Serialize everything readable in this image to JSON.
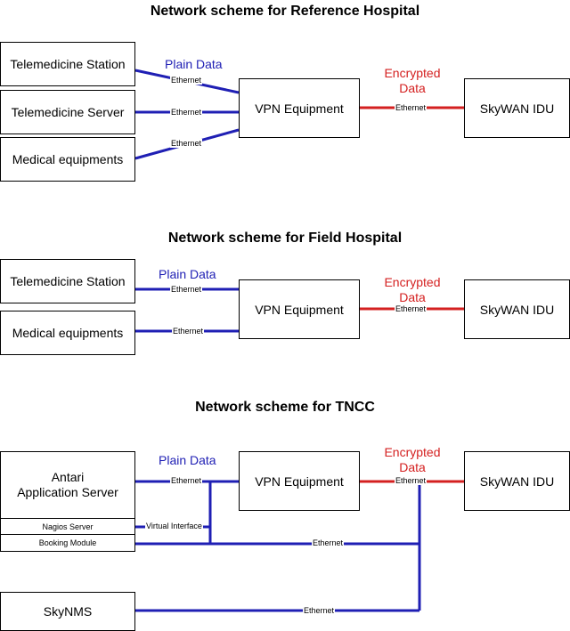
{
  "titles": {
    "reference": "Network scheme for Reference Hospital",
    "field": "Network scheme for Field Hospital",
    "tncc": "Network scheme for TNCC"
  },
  "boxes": {
    "telemedicine_station": "Telemedicine Station",
    "telemedicine_server": "Telemedicine Server",
    "medical_equipments": "Medical equipments",
    "vpn_equipment": "VPN Equipment",
    "skywan_idu": "SkyWAN IDU",
    "antari_line1": "Antari",
    "antari_line2": "Application Server",
    "nagios_server": "Nagios Server",
    "booking_module": "Booking Module",
    "skynms": "SkyNMS"
  },
  "labels": {
    "plain_data": "Plain Data",
    "encrypted": "Encrypted",
    "data": "Data",
    "ethernet": "Ethernet",
    "virtual_interface": "Virtual Interface"
  },
  "colors": {
    "plain_link": "#1f1fb4",
    "encrypted_link": "#d42020"
  }
}
